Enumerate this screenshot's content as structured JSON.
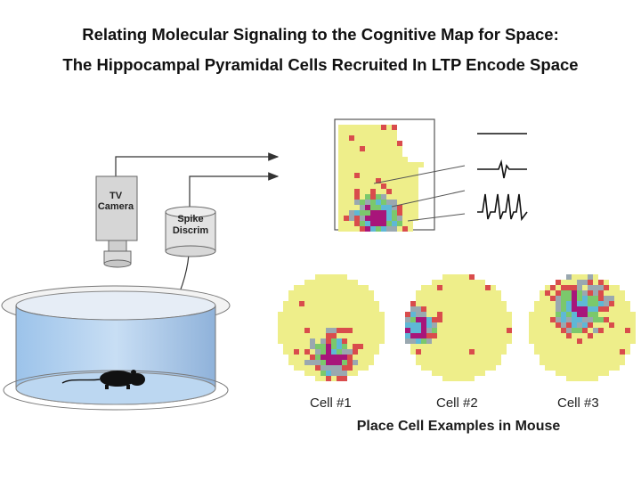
{
  "title_line1": "Relating Molecular Signaling to the Cognitive Map for Space:",
  "title_line2": "The Hippocampal Pyramidal Cells Recruited In LTP Encode Space",
  "camera": {
    "line1": "TV",
    "line2": "Camera"
  },
  "spike_discrim": {
    "line1": "Spike",
    "line2": "Discrim"
  },
  "cells": [
    "Cell #1",
    "Cell #2",
    "Cell #3"
  ],
  "caption": "Place Cell Examples in Mouse",
  "colors": {
    "field_background": "#eeee8a",
    "heat_red": "#d94c4c",
    "heat_magenta": "#a8157a",
    "heat_green": "#7bc86c",
    "heat_cyan": "#5fb8d6",
    "heat_gray": "#9aa8b0",
    "water_blue": "#8fb8e0"
  }
}
